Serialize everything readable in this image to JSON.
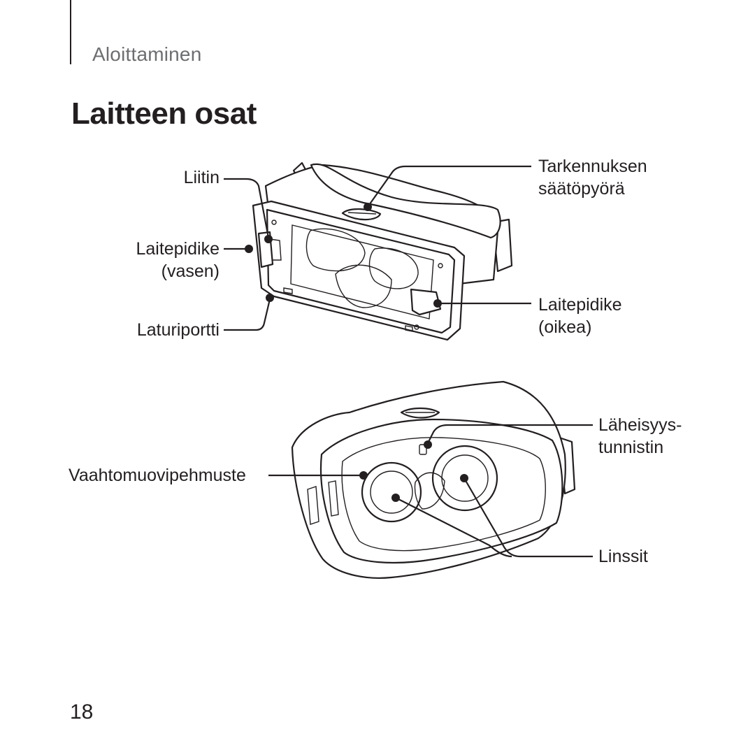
{
  "header": {
    "chapter": "Aloittaminen"
  },
  "page_title": "Laitteen osat",
  "labels": {
    "liitin": "Liitin",
    "laitepidike_vasen": [
      "Laitepidike",
      "(vasen)"
    ],
    "laturiportti": "Laturiportti",
    "tarkennuksen": [
      "Tarkennuksen",
      "säätöpyörä"
    ],
    "laitepidike_oikea": [
      "Laitepidike",
      "(oikea)"
    ],
    "laheisyys": [
      "Läheisyys-",
      "tunnistin"
    ],
    "vaahtomuovi": "Vaahtomuovipehmuste",
    "linssit": "Linssit"
  },
  "footer": {
    "page_number": "18"
  }
}
